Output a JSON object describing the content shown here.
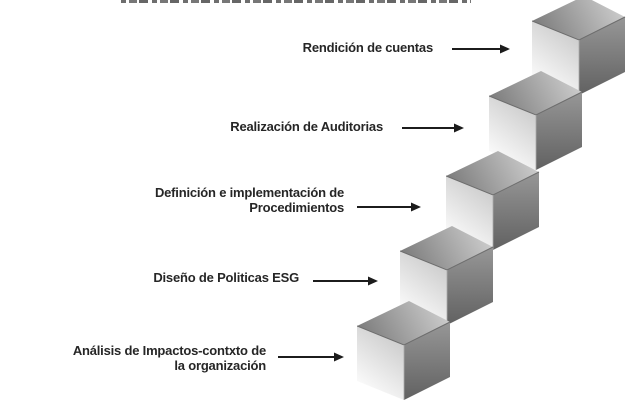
{
  "diagram": {
    "kind": "esg-stair-step-process",
    "steps": [
      {
        "id": 1,
        "label": "Análisis de Impactos-contxto de\nla organización"
      },
      {
        "id": 2,
        "label": "Diseño de Politicas ESG"
      },
      {
        "id": 3,
        "label": "Definición e implementación de\nProcedimientos"
      },
      {
        "id": 4,
        "label": "Realización de Auditorias"
      },
      {
        "id": 5,
        "label": "Rendición de cuentas"
      }
    ],
    "colors": {
      "background": "#ffffff",
      "text": "#262626",
      "arrow": "#1c1c1c",
      "cube_top_dark": "#7b7b7b",
      "cube_top_light": "#c9c9c9",
      "cube_front_light": "#ffffff",
      "cube_front_shade": "#c3c3c3",
      "cube_side_top": "#979797",
      "cube_side_bottom": "#616161"
    }
  }
}
